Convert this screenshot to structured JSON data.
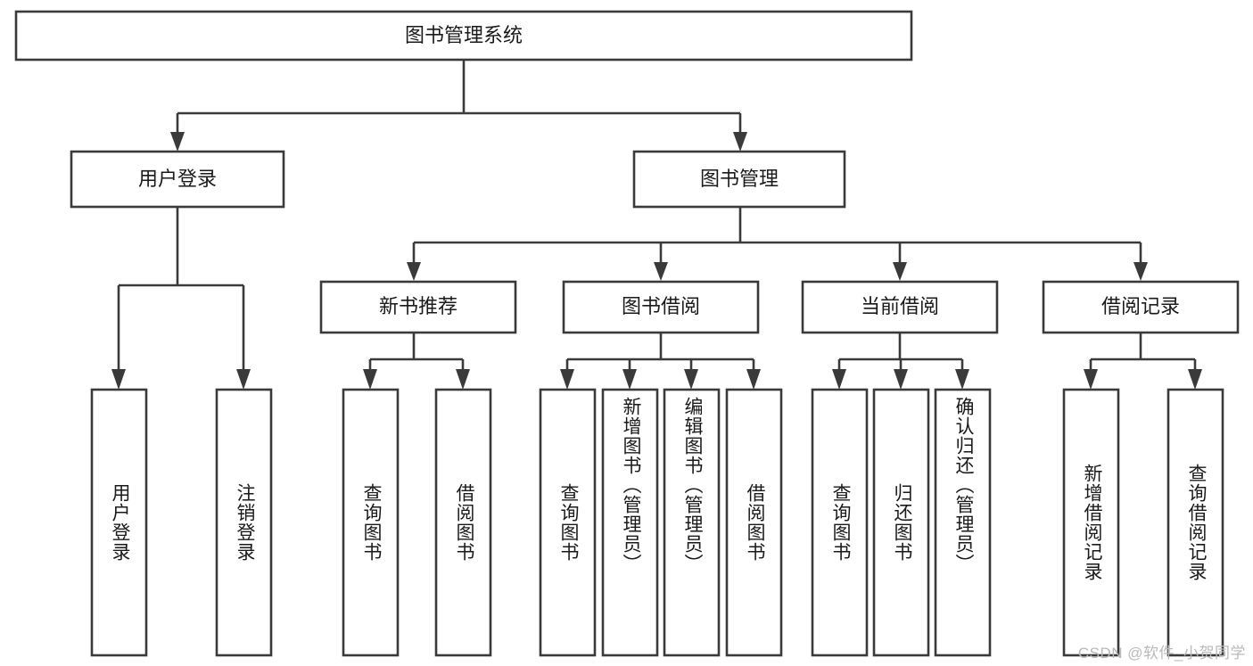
{
  "diagram": {
    "type": "tree",
    "title": "图书管理系统",
    "watermark": "CSDN @软件_小贺同学",
    "colors": {
      "stroke": "#3a3a3a",
      "box_fill": "#ffffff",
      "text": "#1a1a1a",
      "background": "#ffffff",
      "watermark": "#b9b9b9"
    },
    "nodes": {
      "root": {
        "label": "图书管理系统",
        "orientation": "horizontal"
      },
      "level2": [
        {
          "label": "用户登录",
          "orientation": "horizontal"
        },
        {
          "label": "图书管理",
          "orientation": "horizontal"
        }
      ],
      "level3": [
        {
          "label": "新书推荐",
          "orientation": "horizontal"
        },
        {
          "label": "图书借阅",
          "orientation": "horizontal"
        },
        {
          "label": "当前借阅",
          "orientation": "horizontal"
        },
        {
          "label": "借阅记录",
          "orientation": "horizontal"
        }
      ],
      "leaves": {
        "user_login": [
          {
            "label": "用户登录",
            "orientation": "vertical"
          },
          {
            "label": "注销登录",
            "orientation": "vertical"
          }
        ],
        "new_book_recommend": [
          {
            "label": "查询图书",
            "orientation": "vertical"
          },
          {
            "label": "借阅图书",
            "orientation": "vertical"
          }
        ],
        "book_borrow": [
          {
            "label": "查询图书",
            "orientation": "vertical"
          },
          {
            "label": "新增图书（管理员）",
            "orientation": "vertical"
          },
          {
            "label": "编辑图书（管理员）",
            "orientation": "vertical"
          },
          {
            "label": "借阅图书",
            "orientation": "vertical"
          }
        ],
        "current_borrow": [
          {
            "label": "查询图书",
            "orientation": "vertical"
          },
          {
            "label": "归还图书",
            "orientation": "vertical"
          },
          {
            "label": "确认归还（管理员）",
            "orientation": "vertical"
          }
        ],
        "borrow_record": [
          {
            "label": "新增借阅记录",
            "orientation": "vertical"
          },
          {
            "label": "查询借阅记录",
            "orientation": "vertical"
          }
        ]
      }
    }
  }
}
